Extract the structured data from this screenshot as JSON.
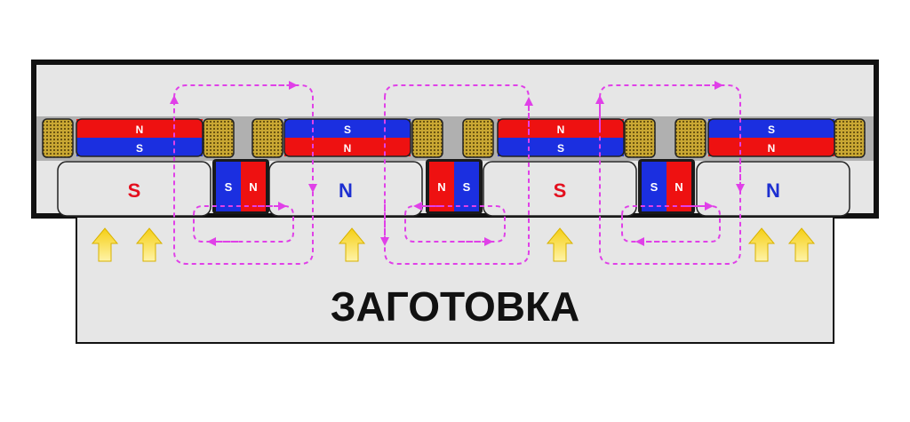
{
  "workpiece": {
    "label": "ЗАГОТОВКА"
  },
  "pole_pieces": [
    {
      "label": "S",
      "color": "#e4101f"
    },
    {
      "label": "N",
      "color": "#1d2fd1"
    },
    {
      "label": "S",
      "color": "#e4101f"
    },
    {
      "label": "N",
      "color": "#1d2fd1"
    }
  ],
  "top_magnets": [
    {
      "top": "N",
      "bottom": "S",
      "top_color": "#ee1111",
      "bottom_color": "#1b2fe0"
    },
    {
      "top": "S",
      "bottom": "N",
      "top_color": "#1b2fe0",
      "bottom_color": "#ee1111"
    },
    {
      "top": "N",
      "bottom": "S",
      "top_color": "#ee1111",
      "bottom_color": "#1b2fe0"
    },
    {
      "top": "S",
      "bottom": "N",
      "top_color": "#1b2fe0",
      "bottom_color": "#ee1111"
    }
  ],
  "gap_magnets": [
    {
      "left": "S",
      "right": "N",
      "left_color": "#1b2fe0",
      "right_color": "#ee1111"
    },
    {
      "left": "N",
      "right": "S",
      "left_color": "#ee1111",
      "right_color": "#1b2fe0"
    },
    {
      "left": "S",
      "right": "N",
      "left_color": "#1b2fe0",
      "right_color": "#ee1111"
    }
  ],
  "colors": {
    "flux_line": "#e040e8",
    "force_arrow": "#f3d21a",
    "frame": "#111111",
    "housing": "#e6e6e6",
    "spacer": "#c8a630"
  },
  "icons": {
    "spacer": "coil-spacer-icon",
    "force": "up-arrow-icon"
  }
}
